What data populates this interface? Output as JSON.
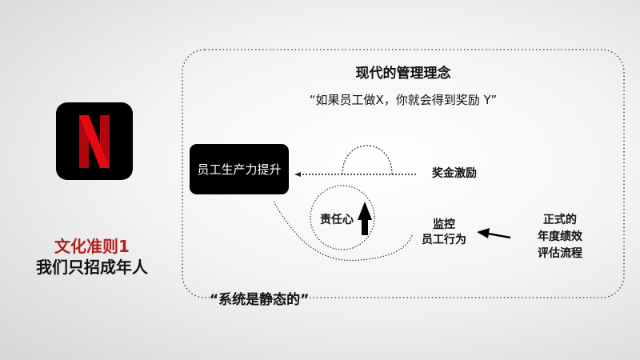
{
  "logo": {
    "brand": "Netflix",
    "letter": "N",
    "color": "#e50914"
  },
  "left": {
    "rule": "文化准则1",
    "subtitle": "我们只招成年人",
    "rule_color": "#b0211f"
  },
  "panel": {
    "title": "现代的管理理念",
    "quote": "“如果员工做X，你就会得到奖励 Y”",
    "footer": "“系统是静态的”"
  },
  "diagram": {
    "productivity": "员工生产力提升",
    "bonus": "奖金激励",
    "responsibility": "责任心",
    "monitor_line1": "监控",
    "monitor_line2": "员工行为",
    "review_line1": "正式的",
    "review_line2": "年度绩效",
    "review_line3": "评估流程"
  }
}
